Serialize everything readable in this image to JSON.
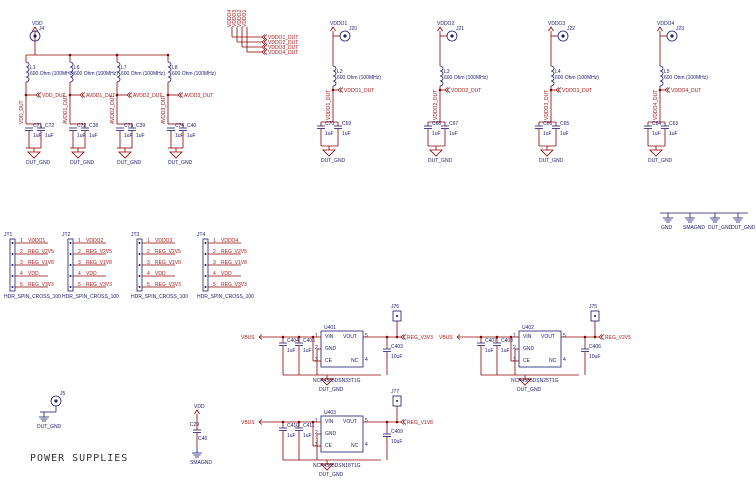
{
  "title": "POWER SUPPLIES",
  "supply_nets": [
    "VDD",
    "VDDO1",
    "VDDO2",
    "VDDO3",
    "VDDO4"
  ],
  "rail_nets": [
    "VDD_DUT",
    "AVDD1_DUT",
    "AVDD2_DUT",
    "AVDD3_DUT"
  ],
  "ferrite_value": "600 Ohm (100MHz)",
  "cap_value": "10uF",
  "cap_value_small": "1uF",
  "ground_labels": [
    "DUT_GND",
    "GND",
    "SMAGND",
    "DUT_GND",
    "DUT_GND"
  ],
  "vertical_net_labels": [
    "VDDO4",
    "VDDO3",
    "VDDO2",
    "VDDO1"
  ],
  "vertical_net_labels_text": "VDDO4\nVDDO3\nVDDO2\nVDDO1",
  "bus_net_labels": [
    "VDDO1_DUT",
    "VDDO2_DUT",
    "VDDO3_DUT",
    "VDDO4_DUT"
  ],
  "left_group": {
    "input": "VDD",
    "jack": "J4",
    "branches": [
      {
        "inductor": "L1",
        "net": "VDD_DUT",
        "caps": [
          "C71",
          "C72"
        ]
      },
      {
        "inductor": "L6",
        "net": "AVDD1_DUT",
        "caps": [
          "C72",
          "C38"
        ]
      },
      {
        "inductor": "L7",
        "net": "AVDD2_DUT",
        "caps": [
          "C73",
          "C39"
        ]
      },
      {
        "inductor": "L8",
        "net": "AVDD3_DUT",
        "caps": [
          "C74",
          "C40"
        ]
      }
    ]
  },
  "vddo_groups": [
    {
      "net": "VDDO1",
      "jack": "J20",
      "inductor": "L2",
      "out": "VDDO1_DUT",
      "caps": [
        "C70",
        "C69"
      ]
    },
    {
      "net": "VDDO2",
      "jack": "J21",
      "inductor": "L3",
      "out": "VDDO2_DUT",
      "caps": [
        "C68",
        "C67"
      ]
    },
    {
      "net": "VDDO3",
      "jack": "J22",
      "inductor": "L4",
      "out": "VDDO3_DUT",
      "caps": [
        "C66",
        "C65"
      ]
    },
    {
      "net": "VDDO4",
      "jack": "J23",
      "inductor": "L5",
      "out": "VDDO4_DUT",
      "caps": [
        "C64",
        "C63"
      ]
    }
  ],
  "headers": [
    {
      "ref": "JT1",
      "part": "HDR_SPIN_CROSS_100",
      "pins": [
        "VDDO1",
        "REG_V2V5",
        "REG_V1V8",
        "VDD",
        "REG_V3V3"
      ]
    },
    {
      "ref": "JT2",
      "part": "HDR_SPIN_CROSS_100",
      "pins": [
        "VDDO2",
        "REG_V2V5",
        "REG_V1V8",
        "VDD",
        "REG_V3V3"
      ]
    },
    {
      "ref": "JT3",
      "part": "HDR_SPIN_CROSS_100",
      "pins": [
        "VDDO3",
        "REG_V2V5",
        "REG_V1V8",
        "VDD",
        "REG_V3V3"
      ]
    },
    {
      "ref": "JT4",
      "part": "HDR_SPIN_CROSS_100",
      "pins": [
        "VDDO4",
        "REG_V2V5",
        "REG_V1V8",
        "VDD",
        "REG_V3V3"
      ]
    }
  ],
  "pin_numbers": [
    "1",
    "2",
    "3",
    "4",
    "5"
  ],
  "regulators": [
    {
      "ref": "U401",
      "part": "NCP4585DSN33T1G",
      "in": "VBUS",
      "out": "REG_V3V3",
      "jumper": "J76",
      "caps": [
        "C404",
        "C405"
      ],
      "out_cap": "C403",
      "gnd": "DUT_GND"
    },
    {
      "ref": "U402",
      "part": "NCP4585DSN25T1G",
      "in": "VBUS",
      "out": "REG_V2V5",
      "jumper": "J75",
      "caps": [
        "C407",
        "C408"
      ],
      "out_cap": "C406",
      "gnd": "DUT_GND"
    },
    {
      "ref": "U403",
      "part": "NCP4585DSN18T1G",
      "in": "VBUS",
      "out": "REG_V1V8",
      "jumper": "J77",
      "caps": [
        "C410",
        "C411"
      ],
      "out_cap": "C409",
      "gnd": "DUT_GND"
    }
  ],
  "reg_pins": {
    "vin": "VIN",
    "gnd": "GND",
    "ce": "CE",
    "vout": "VOUT",
    "nc": "NC"
  },
  "misc": {
    "jack": "J5",
    "jack_gnd": "DUT_GND",
    "cap": "C29",
    "cap2": "C46",
    "cap_net": "VDD",
    "cap_gnd": "SMAGND"
  }
}
